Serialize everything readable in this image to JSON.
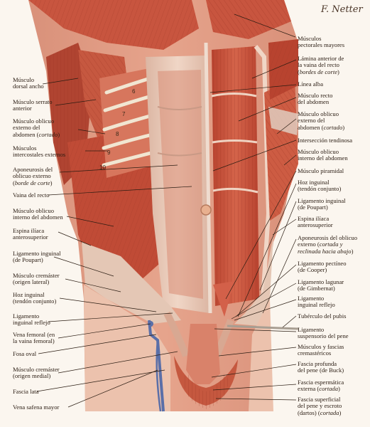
{
  "signature": "F. Netter",
  "rib_numbers": [
    "6",
    "7",
    "8",
    "9",
    "10"
  ],
  "left_labels": [
    {
      "text": "Músculo\ndorsal ancho"
    },
    {
      "text": "Músculo serrato\nanterior"
    },
    {
      "text": "Músculo oblicuo\nexterno del\nabdomen (cortado)"
    },
    {
      "text": "Músculos\nintercostales externos"
    },
    {
      "text": "Aponeurosis del\noblicuo externo\n(borde de corte)"
    },
    {
      "text": "Vaina del recto"
    },
    {
      "text": "Músculo oblicuo\ninterno del abdomen"
    },
    {
      "text": "Espina ilíaca\nanterosuperior"
    },
    {
      "text": "Ligamento inguinal\n(de Poupart)"
    },
    {
      "text": "Músculo cremáster\n(origen lateral)"
    },
    {
      "text": "Hoz inguinal\n(tendón conjunto)"
    },
    {
      "text": "Ligamento\ninguinal reflejo"
    },
    {
      "text": "Vena femoral (en\nla vaina femoral)"
    },
    {
      "text": "Fosa oval"
    },
    {
      "text": "Músculo cremáster\n(origen medial)"
    },
    {
      "text": "Fascia lata"
    },
    {
      "text": "Vena safena mayor"
    }
  ],
  "right_labels": [
    {
      "text": "Músculos\npectorales mayores"
    },
    {
      "text": "Lámina anterior de\nla vaina del recto\n(bordes de corte)"
    },
    {
      "text": "Línea alba"
    },
    {
      "text": "Músculo recto\ndel abdomen"
    },
    {
      "text": "Músculo oblicuo\nexterno del\nabdomen (cortado)"
    },
    {
      "text": "Intersección tendinosa"
    },
    {
      "text": "Músculo oblicuo\ninterno del abdomen"
    },
    {
      "text": "Músculo piramidal"
    },
    {
      "text": "Hoz inguinal\n(tendón conjunto)"
    },
    {
      "text": "Ligamento inguinal\n(de Poupart)"
    },
    {
      "text": "Espina ilíaca\nanterosuperior"
    },
    {
      "text": "Aponeurosis del oblicuo\nexterno (cortada y\nreclinada hacia abajo)"
    },
    {
      "text": "Ligamento pectíneo\n(de Cooper)"
    },
    {
      "text": "Ligamento lagunar\n(de Gimbernat)"
    },
    {
      "text": "Ligamento\ninguinal reflejo"
    },
    {
      "text": "Tubérculo del pubis"
    },
    {
      "text": "Ligamento\nsuspensorio del pene"
    },
    {
      "text": "Músculos y fascias\ncremastéricos"
    },
    {
      "text": "Fascia profunda\ndel pene (de Buck)"
    },
    {
      "text": "Fascia espermática\nexterna (cortada)"
    },
    {
      "text": "Fascia superficial\ndel pene y escroto\n(dartos) (cortada)"
    }
  ],
  "colors": {
    "muscle": "#c8553f",
    "muscle_dark": "#9e3526",
    "muscle_light": "#e0826a",
    "aponeurosis": "#e8cfc0",
    "skin": "#e9b49a",
    "bone": "#f1e6d2",
    "vein": "#5a6fa8",
    "leader": "#2a1c12",
    "background": "#fbf6ef"
  }
}
